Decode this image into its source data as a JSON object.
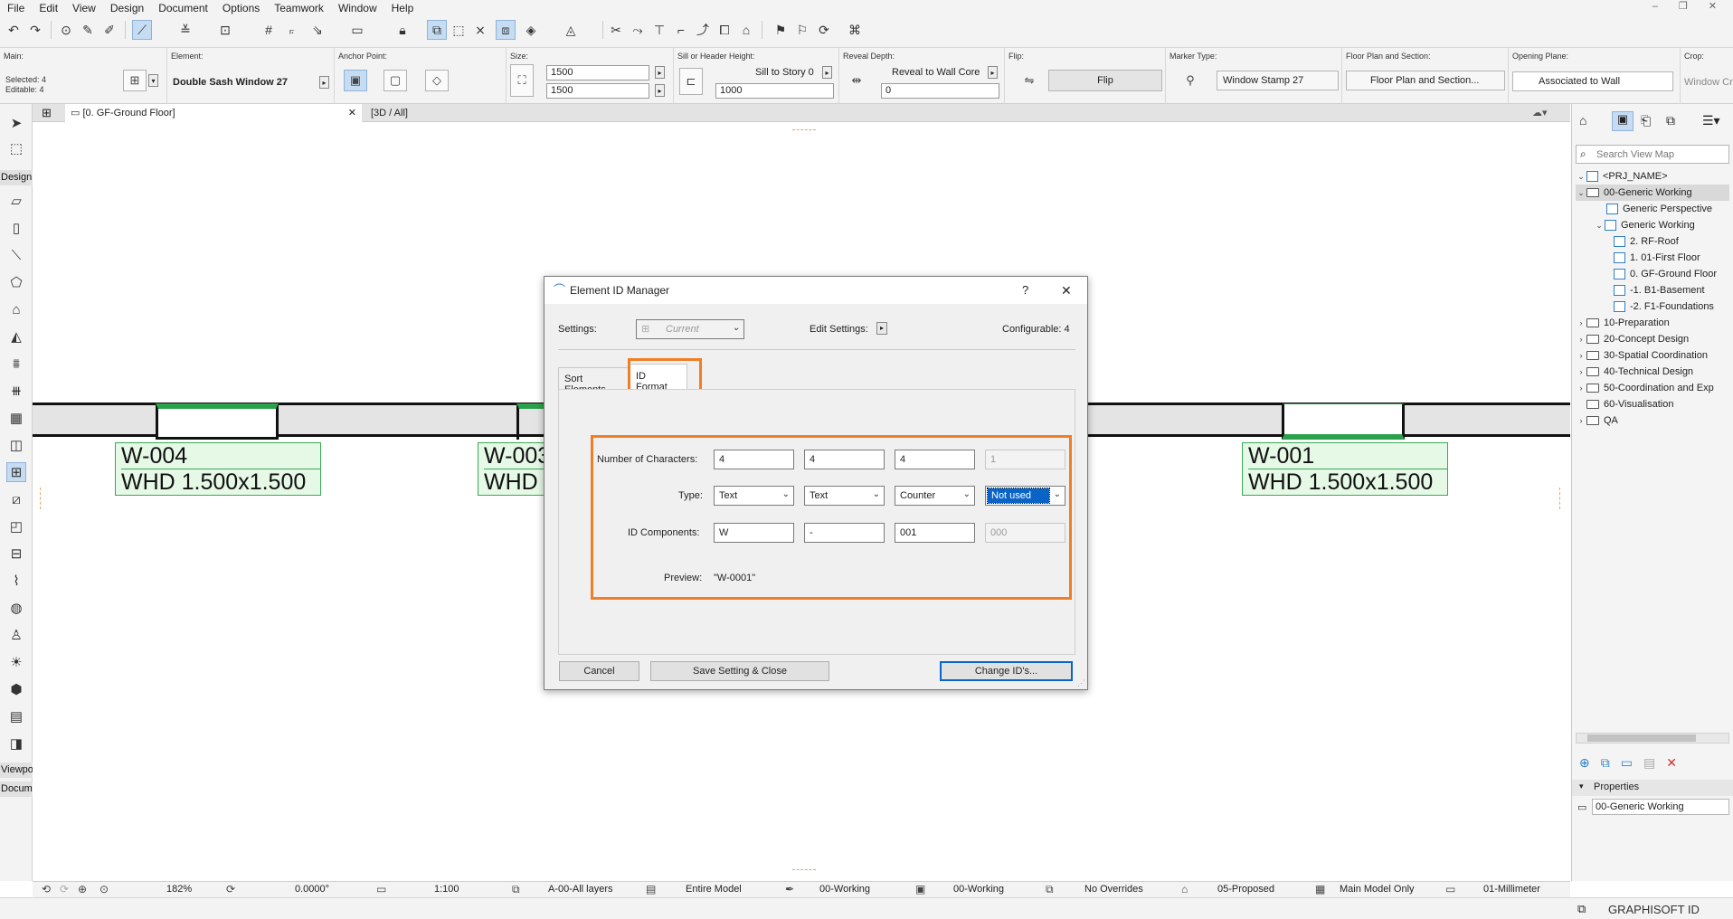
{
  "menu": [
    "File",
    "Edit",
    "View",
    "Design",
    "Document",
    "Options",
    "Teamwork",
    "Window",
    "Help"
  ],
  "infobox": {
    "main_label": "Main:",
    "selected": "Selected: 4",
    "editable": "Editable: 4",
    "element_label": "Element:",
    "element_value": "Double Sash Window 27",
    "anchor_label": "Anchor Point:",
    "size_label": "Size:",
    "width": "1500",
    "height": "1500",
    "sill_label": "Sill or Header Height:",
    "sill_mode": "Sill to Story 0",
    "sill_value": "1000",
    "reveal_label": "Reveal Depth:",
    "reveal_mode": "Reveal to Wall Core",
    "reveal_value": "0",
    "flip_label": "Flip:",
    "flip_button": "Flip",
    "marker_label": "Marker Type:",
    "marker_value": "Window Stamp 27",
    "fps_label": "Floor Plan and Section:",
    "fps_value": "Floor Plan and Section...",
    "opening_label": "Opening Plane:",
    "opening_value": "Associated to Wall",
    "crop_label": "Crop:",
    "crop_value": "Window Cr"
  },
  "toolbox": {
    "design_header": "Design",
    "viewpoint_header": "Viewpoi",
    "document_header": "Docume"
  },
  "tabs": {
    "floor": "[0. GF-Ground Floor]",
    "view3d": "[3D / All]"
  },
  "windows": [
    {
      "id": "W-004",
      "whd": "WHD  1.500x1.500"
    },
    {
      "id": "W-003",
      "whd": "WHD"
    },
    {
      "id": "W-001",
      "whd": "WHD  1.500x1.500"
    }
  ],
  "navigator": {
    "search_placeholder": "Search View Map",
    "root": "<PRJ_NAME>",
    "items": [
      "00-Generic Working",
      "Generic Perspective",
      "Generic Working",
      "2. RF-Roof",
      "1. 01-First Floor",
      "0. GF-Ground Floor",
      "-1. B1-Basement",
      "-2. F1-Foundations",
      "10-Preparation",
      "20-Concept Design",
      "30-Spatial Coordination",
      "40-Technical Design",
      "50-Coordination and Exp",
      "60-Visualisation",
      "QA"
    ],
    "properties_title": "Properties",
    "properties_value": "00-Generic Working"
  },
  "status": {
    "zoom": "182%",
    "angle": "0.0000°",
    "scale": "1:100",
    "layers": "A-00-All layers",
    "model": "Entire Model",
    "pen": "00-Working",
    "mvo": "00-Working",
    "overrides": "No Overrides",
    "renovation": "05-Proposed",
    "structure": "Main Model Only",
    "dimension": "01-Millimeter",
    "brand": "GRAPHISOFT ID"
  },
  "dialog": {
    "title": "Element ID Manager",
    "help": "?",
    "close": "✕",
    "settings_label": "Settings:",
    "settings_value": "Current",
    "edit_settings_label": "Edit Settings:",
    "configurable": "Configurable: 4",
    "tab_sort": "Sort Elements",
    "tab_format": "ID Format",
    "num_chars_label": "Number of Characters:",
    "num_chars": [
      "4",
      "4",
      "4",
      "1"
    ],
    "type_label": "Type:",
    "types": [
      "Text",
      "Text",
      "Counter",
      "Not used"
    ],
    "components_label": "ID Components:",
    "components": [
      "W",
      "-",
      "001",
      "000"
    ],
    "preview_label": "Preview:",
    "preview_value": "\"W-0001\"",
    "cancel": "Cancel",
    "save_close": "Save Setting & Close",
    "change_ids": "Change ID's...",
    "highlight_color": "#f07e26",
    "selection_color": "#0a64c8"
  }
}
